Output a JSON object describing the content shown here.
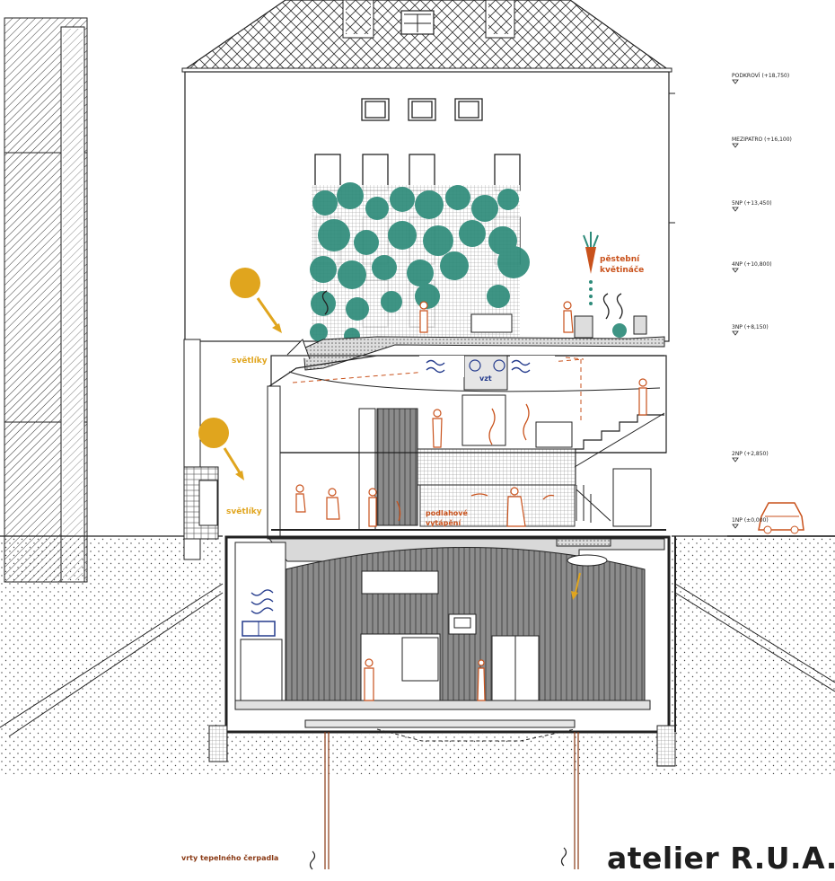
{
  "levels": [
    {
      "label": "PODKROVÍ (+18,750)"
    },
    {
      "label": "MEZIPATRO (+16,100)"
    },
    {
      "label": "5NP (+13,450)"
    },
    {
      "label": "4NP (+10,800)"
    },
    {
      "label": "3NP (+8,150)"
    },
    {
      "label": "2NP (+2,850)"
    },
    {
      "label": "1NP (±0,000)"
    }
  ],
  "annotations": {
    "skylight_upper": "světlíky",
    "skylight_lower": "světlíky",
    "planters_line1": "pěstební",
    "planters_line2": "květináče",
    "ventilation": "vzt",
    "floor_heating_line1": "podlahové",
    "floor_heating_line2": "vytápění",
    "heat_pump": "vrty tepelného čerpadla"
  },
  "brand": "atelier R.U.A.",
  "colors": {
    "annotation": "#c9521c",
    "sun": "#e0a51e",
    "greenery": "#2e8b7a",
    "airflow": "#233a8c",
    "line": "#1a1a1a",
    "wall": "#e6e6e6"
  }
}
